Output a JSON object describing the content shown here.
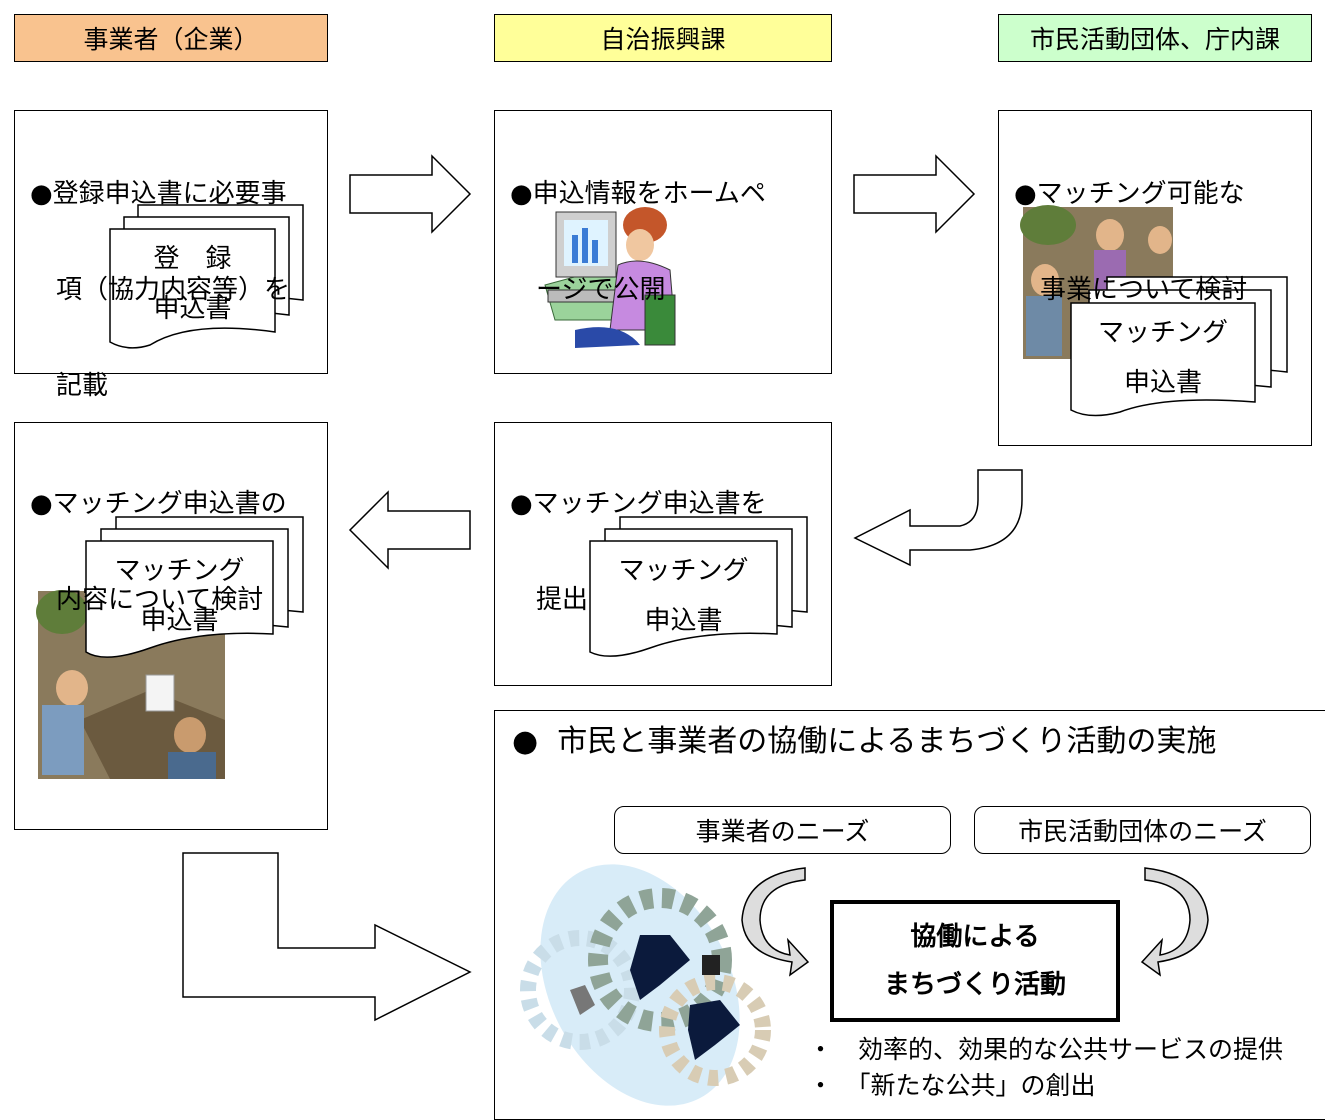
{
  "headers": {
    "business": "事業者（企業）",
    "jichi": "自治振興課",
    "citizen": "市民活動団体、庁内課"
  },
  "colors": {
    "business_header": "#f9c38f",
    "jichi_header": "#ffff99",
    "citizen_header": "#ccffcc"
  },
  "steps": {
    "s1": {
      "line1": "●登録申込書に必要事",
      "line2": "　項（協力内容等）を",
      "line3": "　記載"
    },
    "s2": {
      "line1": "●申込情報をホームペ",
      "line2": "　ージで公開"
    },
    "s3": {
      "line1": "●マッチング可能な",
      "line2": "　事業について検討"
    },
    "s4": {
      "line1": "●マッチング申込書を",
      "line2": "　提出"
    },
    "s5": {
      "line1": "●マッチング申込書の",
      "line2": "　内容について検討"
    }
  },
  "documents": {
    "registration": {
      "line1": "登　録",
      "line2": "申込書"
    },
    "matching": {
      "line1": "マッチング",
      "line2": "申込書"
    }
  },
  "final": {
    "title": "●  市民と事業者の協働によるまちづくり活動の実施",
    "need_business": "事業者のニーズ",
    "need_citizen": "市民活動団体のニーズ",
    "center_line1": "協働による",
    "center_line2": "まちづくり活動",
    "bullet1": "・　効率的、効果的な公共サービスの提供",
    "bullet2": "・　「新たな公共」の創出"
  },
  "icons": [
    "computer-user-clipart",
    "meeting-clipart",
    "gears-runners-clipart"
  ]
}
